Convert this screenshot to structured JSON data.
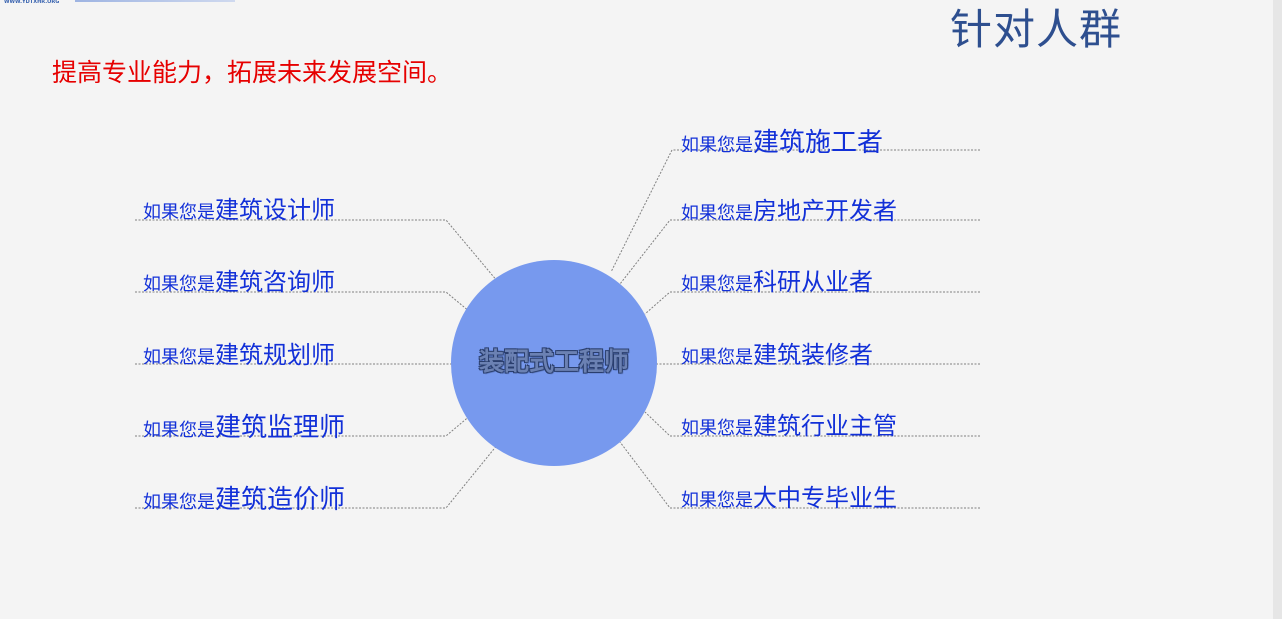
{
  "header": {
    "logo_text": "WWW.YDTXHR.ORG",
    "title": "针对人群"
  },
  "subtitle": "提高专业能力，拓展未来发展空间。",
  "hub": {
    "label": "装配式工程师",
    "color": "#7799ee"
  },
  "prefix": "如果您是",
  "left_items": [
    {
      "role": "建筑设计师"
    },
    {
      "role": "建筑咨询师"
    },
    {
      "role": "建筑规划师"
    },
    {
      "role": "建筑监理师"
    },
    {
      "role": "建筑造价师"
    }
  ],
  "right_items": [
    {
      "role": "建筑施工者"
    },
    {
      "role": "房地产开发者"
    },
    {
      "role": "科研从业者"
    },
    {
      "role": "建筑装修者"
    },
    {
      "role": "建筑行业主管"
    },
    {
      "role": "大中专毕业生"
    }
  ],
  "colors": {
    "title": "#2e4f8f",
    "subtitle": "#e60000",
    "label": "#1230d8",
    "line": "#808080"
  }
}
